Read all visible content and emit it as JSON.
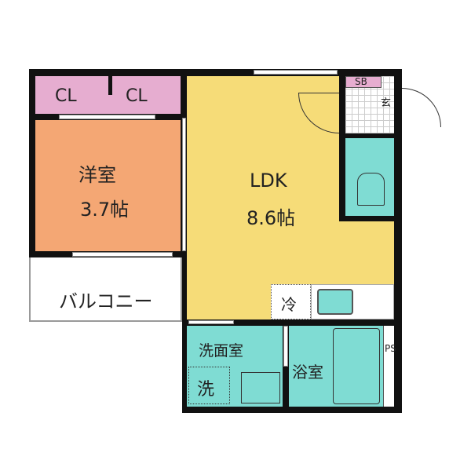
{
  "rooms": {
    "closet_left": "CL",
    "closet_right": "CL",
    "western_room": {
      "name": "洋室",
      "size": "3.7帖"
    },
    "ldk": {
      "name": "LDK",
      "size": "8.6帖"
    },
    "balcony": "バルコニー",
    "washroom": "洗面室",
    "washer": "洗",
    "bathroom": "浴室",
    "fridge": "冷",
    "shoe_box": "SB",
    "entrance": "玄",
    "pipe_space": "PS"
  },
  "colors": {
    "closet": "#e6add0",
    "western_room": "#f4a774",
    "ldk": "#f6dc78",
    "wet_area": "#7fdcd3"
  }
}
